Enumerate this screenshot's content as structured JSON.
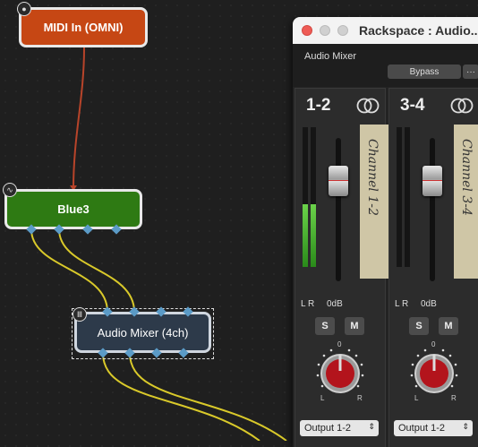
{
  "canvas": {
    "nodes": {
      "midi_in": {
        "label": "MIDI In (OMNI)",
        "color": "#c64714"
      },
      "blue3": {
        "label": "Blue3",
        "color": "#2e7a13"
      },
      "audio_mixer": {
        "label": "Audio Mixer (4ch)",
        "color": "#2d3a4a"
      }
    },
    "badge_icons": [
      "midi-port-icon",
      "wave-icon",
      "mixer-icon"
    ],
    "wire_colors": {
      "midi": "#b8442a",
      "audio": "#d9c92a"
    }
  },
  "rackspace": {
    "title": "Rackspace : Audio...",
    "plugin_name": "Audio Mixer",
    "bypass_label": "Bypass",
    "more_label": "···",
    "strips": [
      {
        "name": "1-2",
        "tape_label": "Channel 1-2",
        "lr_label": "L R",
        "db_label": "0dB",
        "solo": "S",
        "mute": "M",
        "pan_center": "0",
        "pan_l": "L",
        "pan_r": "R",
        "output": "Output 1-2",
        "meter_level": 0.45
      },
      {
        "name": "3-4",
        "tape_label": "Channel 3-4",
        "lr_label": "L R",
        "db_label": "0dB",
        "solo": "S",
        "mute": "M",
        "pan_center": "0",
        "pan_l": "L",
        "pan_r": "R",
        "output": "Output 1-2",
        "meter_level": 0.0
      }
    ]
  }
}
